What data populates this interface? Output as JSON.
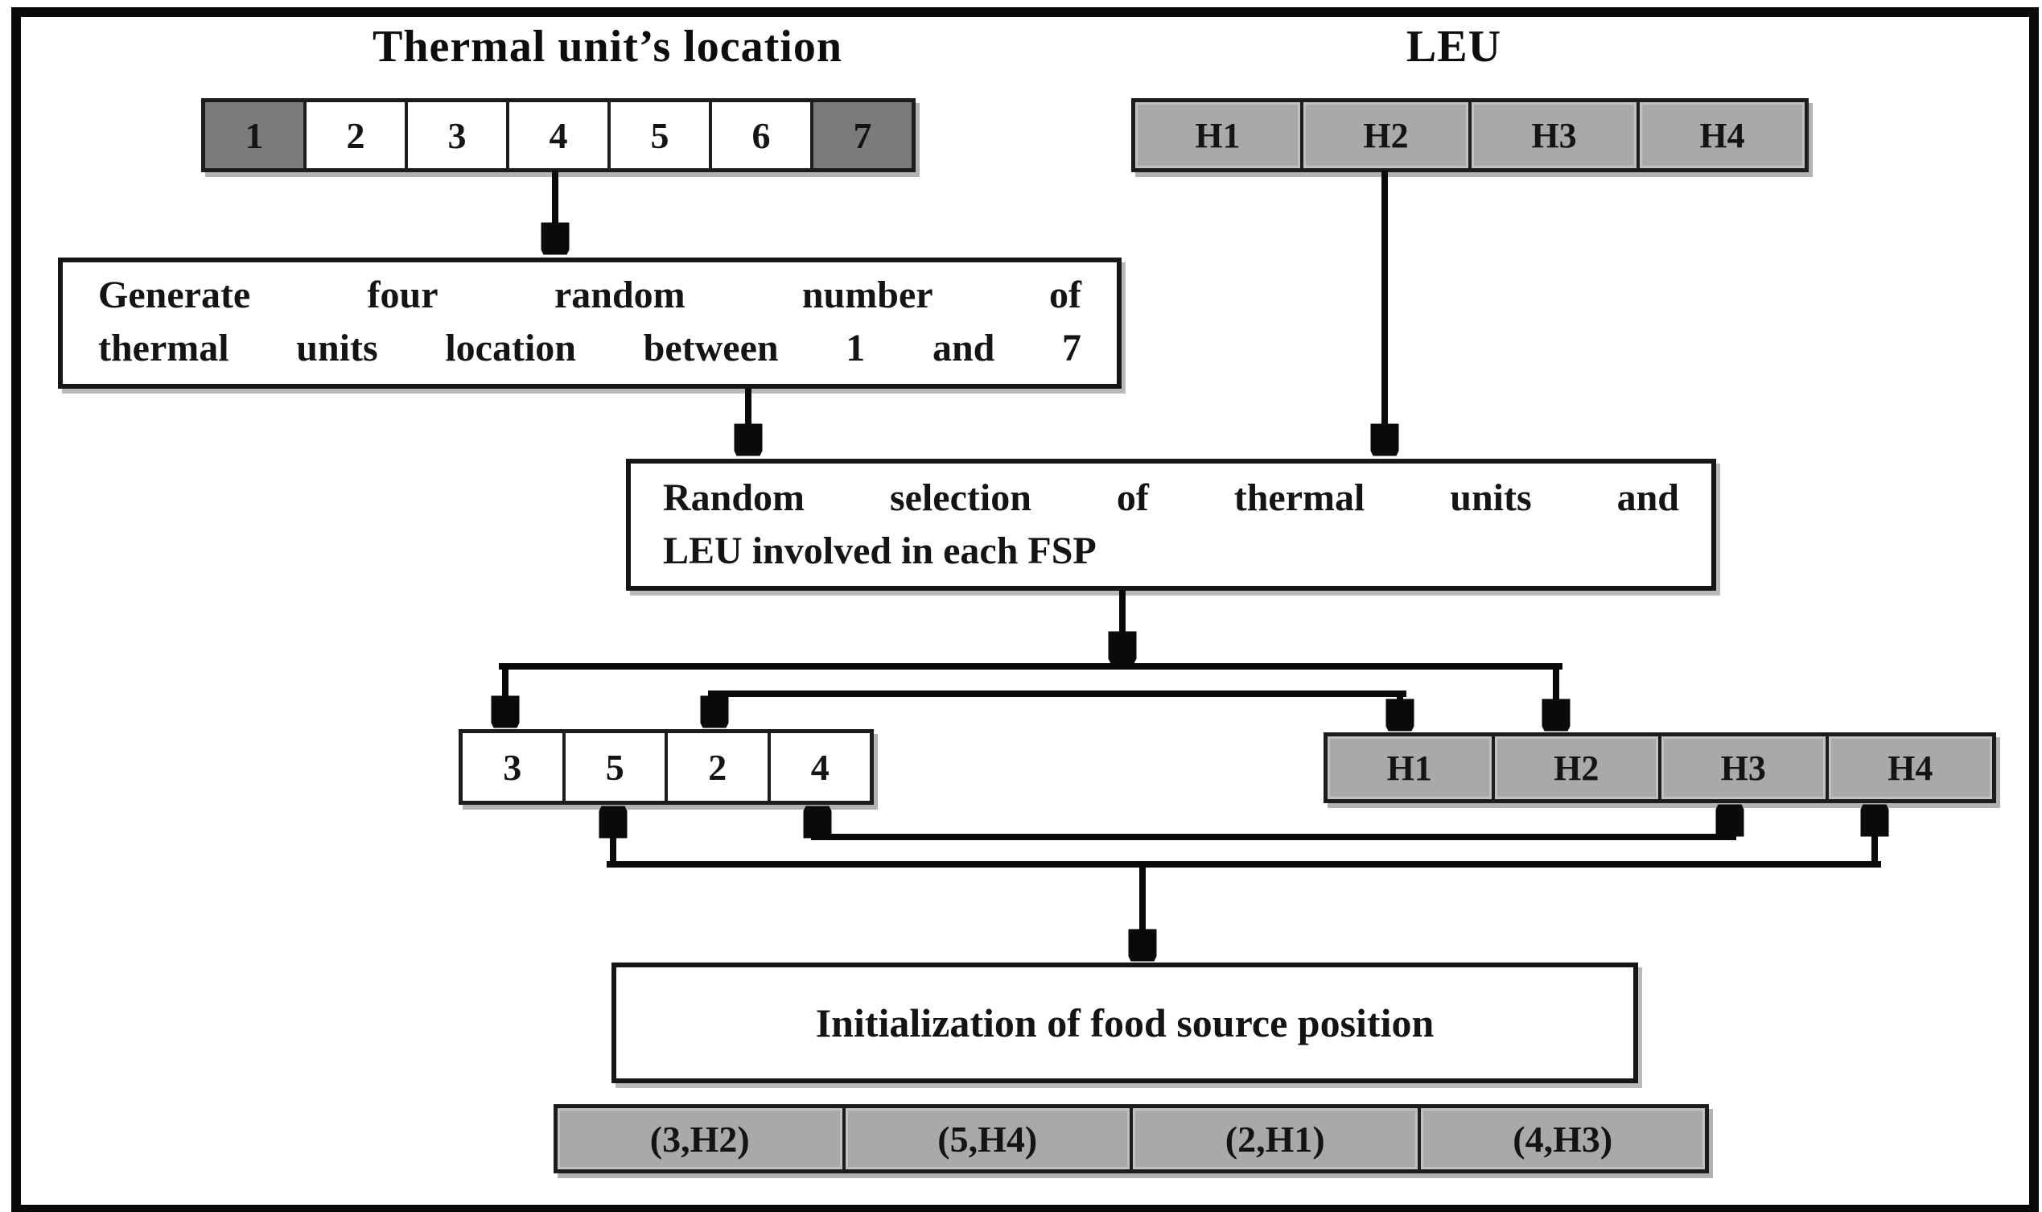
{
  "titles": {
    "thermal_units": "Thermal unit’s location",
    "leu": "LEU"
  },
  "rows": {
    "thermal_locations": [
      "1",
      "2",
      "3",
      "4",
      "5",
      "6",
      "7"
    ],
    "thermal_locations_shaded": [
      "1",
      "7"
    ],
    "leu_top": [
      "H1",
      "H2",
      "H3",
      "H4"
    ],
    "selected_units": [
      "3",
      "5",
      "2",
      "4"
    ],
    "selected_leu": [
      "H1",
      "H2",
      "H3",
      "H4"
    ],
    "food_source_positions": [
      "(3,H2)",
      "(5,H4)",
      "(2,H1)",
      "(4,H3)"
    ]
  },
  "boxes": {
    "generate": {
      "line1": "Generate four random number of",
      "line2": "thermal units location between 1 and 7"
    },
    "random_selection": {
      "line1": "Random selection of thermal units and",
      "line2": "LEU involved in each FSP"
    },
    "initialization": {
      "text": "Initialization of food source position"
    }
  },
  "colors": {
    "background": "#ffffff",
    "dark_cell": "#7b7b7b",
    "light_cell": "#a9a9a9",
    "cell_border": "#1c1c1c",
    "arrow": "#0a0a0a",
    "text": "#141414"
  }
}
